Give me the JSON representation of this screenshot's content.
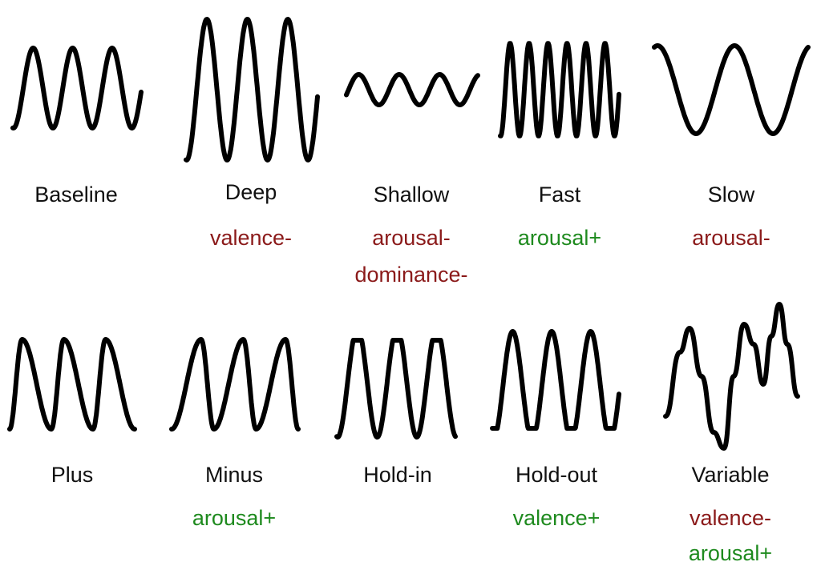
{
  "colors": {
    "wave": "#000000",
    "label": "#111111",
    "negative": "#8b1a1a",
    "positive": "#1e8a1e"
  },
  "patterns": [
    {
      "name": "Baseline",
      "tags": []
    },
    {
      "name": "Deep",
      "tags": [
        {
          "text": "valence-",
          "sign": "negative"
        }
      ]
    },
    {
      "name": "Shallow",
      "tags": [
        {
          "text": "arousal-",
          "sign": "negative"
        },
        {
          "text": "dominance-",
          "sign": "negative"
        }
      ]
    },
    {
      "name": "Fast",
      "tags": [
        {
          "text": "arousal+",
          "sign": "positive"
        }
      ]
    },
    {
      "name": "Slow",
      "tags": [
        {
          "text": "arousal-",
          "sign": "negative"
        }
      ]
    },
    {
      "name": "Plus",
      "tags": []
    },
    {
      "name": "Minus",
      "tags": [
        {
          "text": "arousal+",
          "sign": "positive"
        }
      ]
    },
    {
      "name": "Hold-in",
      "tags": []
    },
    {
      "name": "Hold-out",
      "tags": [
        {
          "text": "valence+",
          "sign": "positive"
        }
      ]
    },
    {
      "name": "Variable",
      "tags": [
        {
          "text": "valence-",
          "sign": "negative"
        },
        {
          "text": "arousal+",
          "sign": "positive"
        }
      ]
    }
  ]
}
